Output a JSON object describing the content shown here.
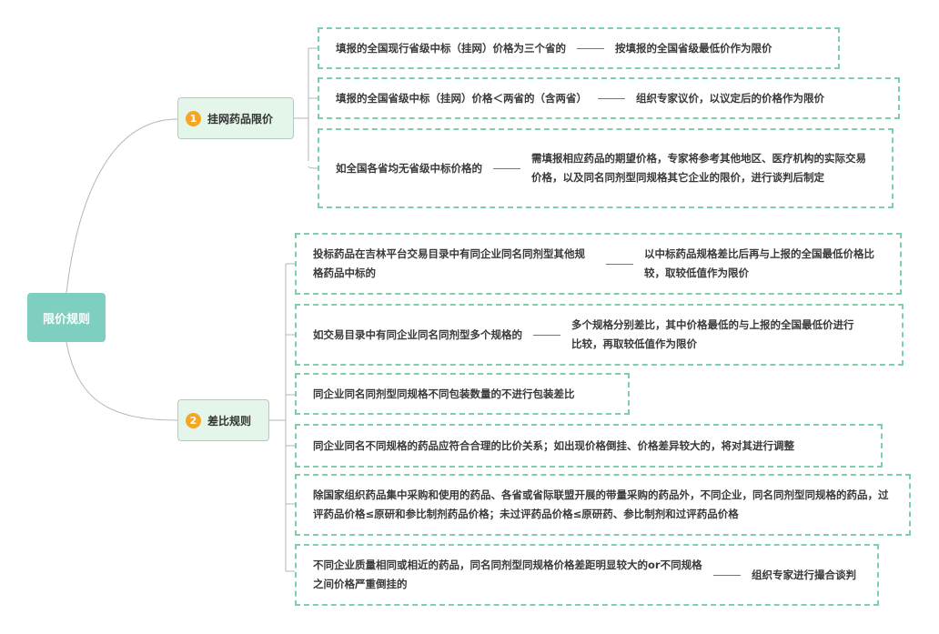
{
  "root": {
    "label": "限价规则"
  },
  "branches": [
    {
      "number": "1",
      "label": "挂网药品限价",
      "items": [
        {
          "condition": "填报的全国现行省级中标（挂网）价格为三个省的",
          "result": "按填报的全国省级最低价作为限价"
        },
        {
          "condition": "填报的全国省级中标（挂网）价格＜两省的（含两省）",
          "result": "组织专家议价，以议定后的价格作为限价"
        },
        {
          "condition": "如全国各省均无省级中标价格的",
          "result": "需填报相应药品的期望价格，专家将参考其他地区、医疗机构的实际交易价格，以及同名同剂型同规格其它企业的限价，进行谈判后制定"
        }
      ]
    },
    {
      "number": "2",
      "label": "差比规则",
      "items": [
        {
          "condition": "投标药品在吉林平台交易目录中有同企业同名同剂型其他规格药品中标的",
          "result": "以中标药品规格差比后再与上报的全国最低价格比较，取较低值作为限价"
        },
        {
          "condition": "如交易目录中有同企业同名同剂型多个规格的",
          "result": "多个规格分别差比，其中价格最低的与上报的全国最低价进行比较，再取较低值作为限价"
        },
        {
          "condition": "同企业同名同剂型同规格不同包装数量的不进行包装差比",
          "result": ""
        },
        {
          "condition": "同企业同名不同规格的药品应符合合理的比价关系；如出现价格倒挂、价格差异较大的，将对其进行调整",
          "result": ""
        },
        {
          "condition": "除国家组织药品集中采购和使用的药品、各省或省际联盟开展的带量采购的药品外，不同企业，同名同剂型同规格的药品，过评药品价格≤原研和参比制剂药品价格；未过评药品价格≤原研药、参比制剂和过评药品价格",
          "result": ""
        },
        {
          "condition": "不同企业质量相同或相近的药品，同名同剂型同规格价格差距明显较大的or不同规格之间价格严重倒挂的",
          "result": "组织专家进行撮合谈判"
        }
      ]
    }
  ],
  "colors": {
    "root_fill": "#7fcfc0",
    "branch_fill": "#e4f6ea",
    "leaf_border": "#7fd0a8",
    "badge": "#f5a623",
    "connector": "#b5b5b5"
  }
}
